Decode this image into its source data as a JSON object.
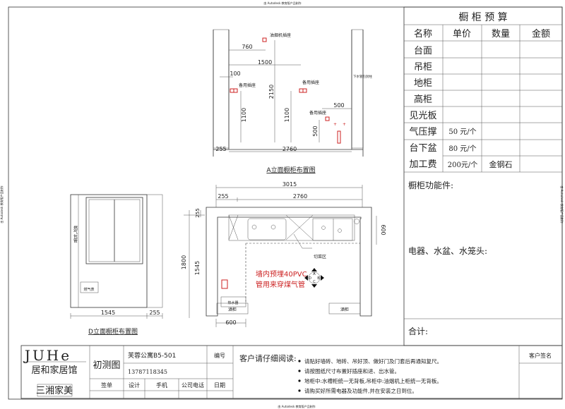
{
  "watermark": {
    "top": "由 Autodesk 教育版产品制作",
    "bottom": "由 Autodesk 教育版产品制作",
    "side": "由 Autodesk 教育版产品制作"
  },
  "budget": {
    "title": "橱 柜 预 算",
    "headers": [
      "名称",
      "单价",
      "数量",
      "金额"
    ],
    "rows": [
      {
        "name": "台面",
        "price": "",
        "qty": ""
      },
      {
        "name": "吊柜",
        "price": "",
        "qty": ""
      },
      {
        "name": "地柜",
        "price": "",
        "qty": ""
      },
      {
        "name": "高柜",
        "price": "",
        "qty": ""
      },
      {
        "name": "见光板",
        "price": "",
        "qty": ""
      },
      {
        "name": "气压撑",
        "price": "50 元/个",
        "qty": ""
      },
      {
        "name": "台下盆",
        "price": "80 元/个",
        "qty": ""
      },
      {
        "name": "加工费",
        "price": "200元/个",
        "qty": "金钢石"
      }
    ],
    "functional_parts": "橱柜功能件:",
    "appliances": "电器、水盆、水笼头:",
    "total": "合计:"
  },
  "elevation_a": {
    "title": "A立面橱柜布置图",
    "labels": {
      "hood_socket": "油烟机插座",
      "spare1": "备用插座",
      "spare2": "备用插座",
      "spare3": "备用插座",
      "drain": "下水管包封柱"
    },
    "dims": [
      "760",
      "1500",
      "100",
      "2150",
      "1100",
      "1100",
      "500",
      "500",
      "255",
      "2760"
    ]
  },
  "plan": {
    "dims": [
      "3015",
      "255",
      "2760",
      "255",
      "1800",
      "1545",
      "600",
      "600"
    ],
    "zone": "切菜区",
    "note1": "墙内预埋40PVC",
    "note2": "管用来穿煤气管",
    "heater": "热水器",
    "cab_left": "酒柜",
    "cab_right": "酒柜",
    "compass": [
      "A",
      "B",
      "C",
      "D"
    ]
  },
  "elevation_d": {
    "title": "D立面橱柜布置图",
    "pipe": "燃气包管",
    "meter": "燃气表",
    "dims": [
      "1545",
      "255"
    ]
  },
  "title_block": {
    "logo": "JUHe",
    "company": "居和家居馆",
    "brand": "三湘家美",
    "drawing_type": "初测图",
    "address": "芙蓉公寓B5-501",
    "phone": "13787118345",
    "number_label": "编号",
    "sign_labels": [
      "签单",
      "设计",
      "手机",
      "公司电话",
      "日期"
    ],
    "notes_title": "客户请仔细阅读:",
    "notes": [
      "请贴好墙砖、地砖、吊好顶、做好门及门套后再通知复尺。",
      "请按图纸尺寸布置好插座和进、出水管。",
      "地柜中:水槽柜统一无背板,吊柜中:油烟机上柜统一无背板。",
      "请购买好所需电器及功能件,并在安装之日到位。"
    ],
    "customer_sign": "客户签名"
  }
}
